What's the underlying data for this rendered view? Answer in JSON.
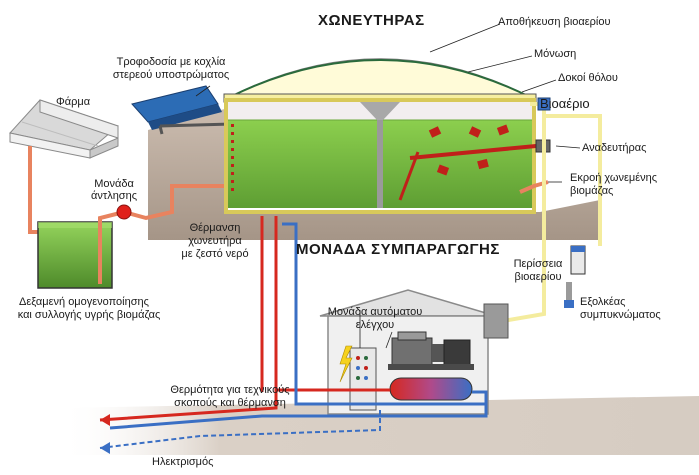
{
  "labels": {
    "digester": "ΧΩΝΕΥΤΗΡΑΣ",
    "biogas_storage": "Αποθήκευση βιοαερίου",
    "insulation": "Μόνωση",
    "dome_beams": "Δοκοί θόλου",
    "biogas": "Βιοαέριο",
    "feeding_line1": "Τροφοδοσία  με κοχλία",
    "feeding_line2": "στερεού υποστρώματος",
    "farm": "Φάρμα",
    "pump_line1": "Μονάδα",
    "pump_line2": "άντλησης",
    "agitator": "Αναδευτήρας",
    "outflow_line1": "Εκροή χωνεμένης",
    "outflow_line2": "βιομάζας",
    "heating_line1": "Θέρμανση",
    "heating_line2": "χωνευτήρα",
    "heating_line3": "με ζεστό νερό",
    "chp_unit": "ΜΟΝΑΔΑ ΣΥΜΠΑΡΑΓΩΓΗΣ",
    "tank_line1": "Δεξαμενή ομογενοποίησης",
    "tank_line2": "και συλλογής υγρής βιομάζας",
    "excess_line1": "Περίσσεια",
    "excess_line2": "βιοαερίου",
    "condensate_line1": "Εξολκέας",
    "condensate_line2": "συμπυκνώματος",
    "control_line1": "Μονάδα αυτόματου",
    "control_line2": "ελέγχου",
    "heat_line1": "Θερμότητα για τεχνικούς",
    "heat_line2": "σκοπούς και θέρμανση",
    "electricity": "Ηλεκτρισμός"
  },
  "colors": {
    "slurry": "#7cc142",
    "dome": "#fffbd8",
    "hot_pipe": "#d6281f",
    "cold_pipe": "#3a6fc4",
    "gas_pipe": "#f4ec9e",
    "feed_pipe": "#e8835f",
    "ground": "#b9a99a",
    "agitator": "#c0201a"
  }
}
